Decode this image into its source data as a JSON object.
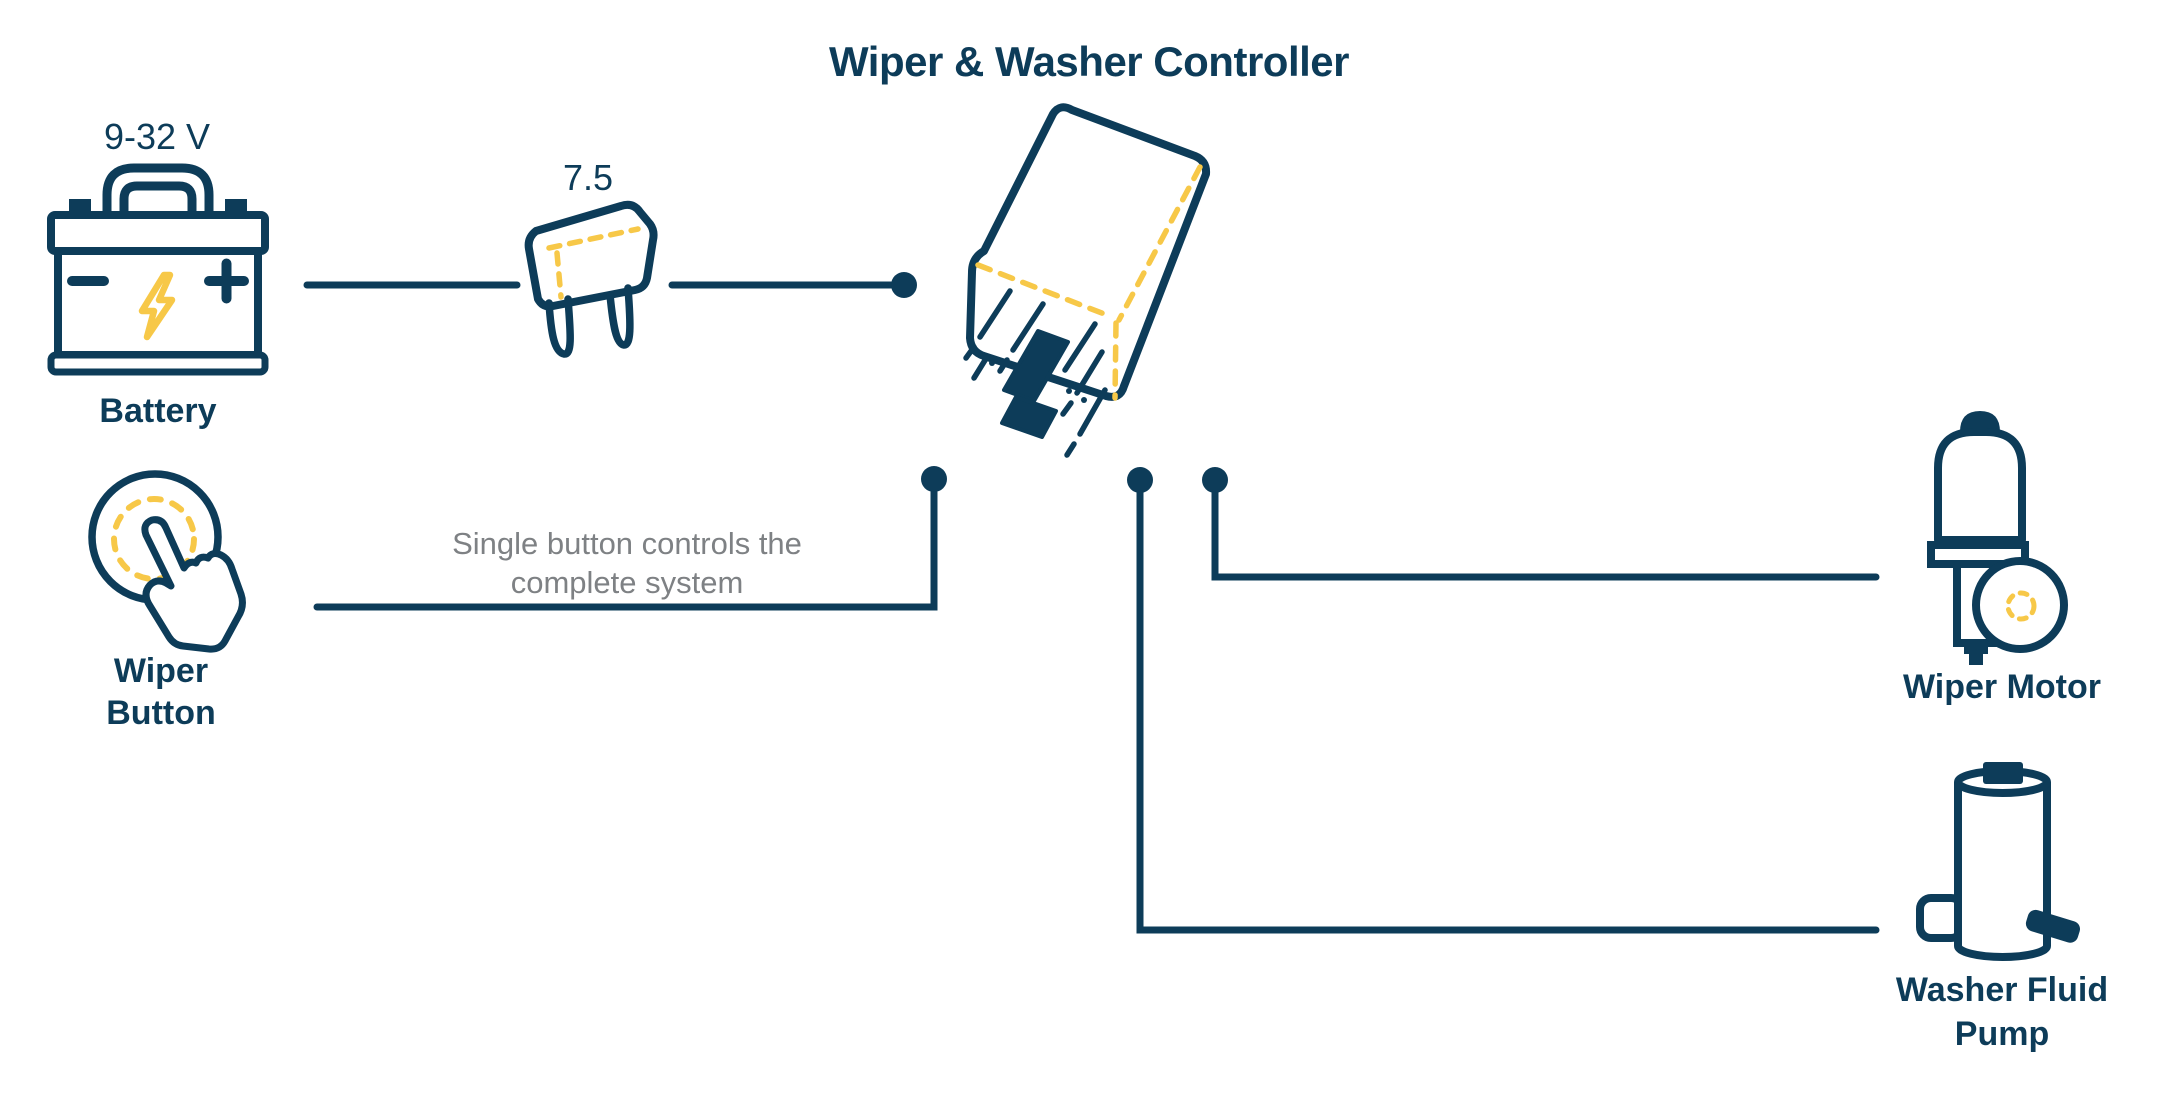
{
  "diagram": {
    "title": "Wiper & Washer Controller",
    "battery": {
      "voltage": "9-32 V",
      "label": "Battery"
    },
    "fuse": {
      "rating": "7.5"
    },
    "wiper_button": {
      "label_line1": "Wiper",
      "label_line2": "Button"
    },
    "note": {
      "line1": "Single button controls the",
      "line2": "complete system"
    },
    "wiper_motor": {
      "label": "Wiper Motor"
    },
    "washer_pump": {
      "label_line1": "Washer Fluid",
      "label_line2": "Pump"
    },
    "icons": [
      "battery-icon",
      "fuse-icon",
      "relay-controller-icon",
      "push-button-icon",
      "wiper-motor-icon",
      "washer-fluid-pump-icon",
      "junction-dot"
    ],
    "colors": {
      "navy": "#0d3c59",
      "yellow": "#f7c848",
      "note_gray": "#7e8184",
      "background": "#ffffff"
    }
  }
}
